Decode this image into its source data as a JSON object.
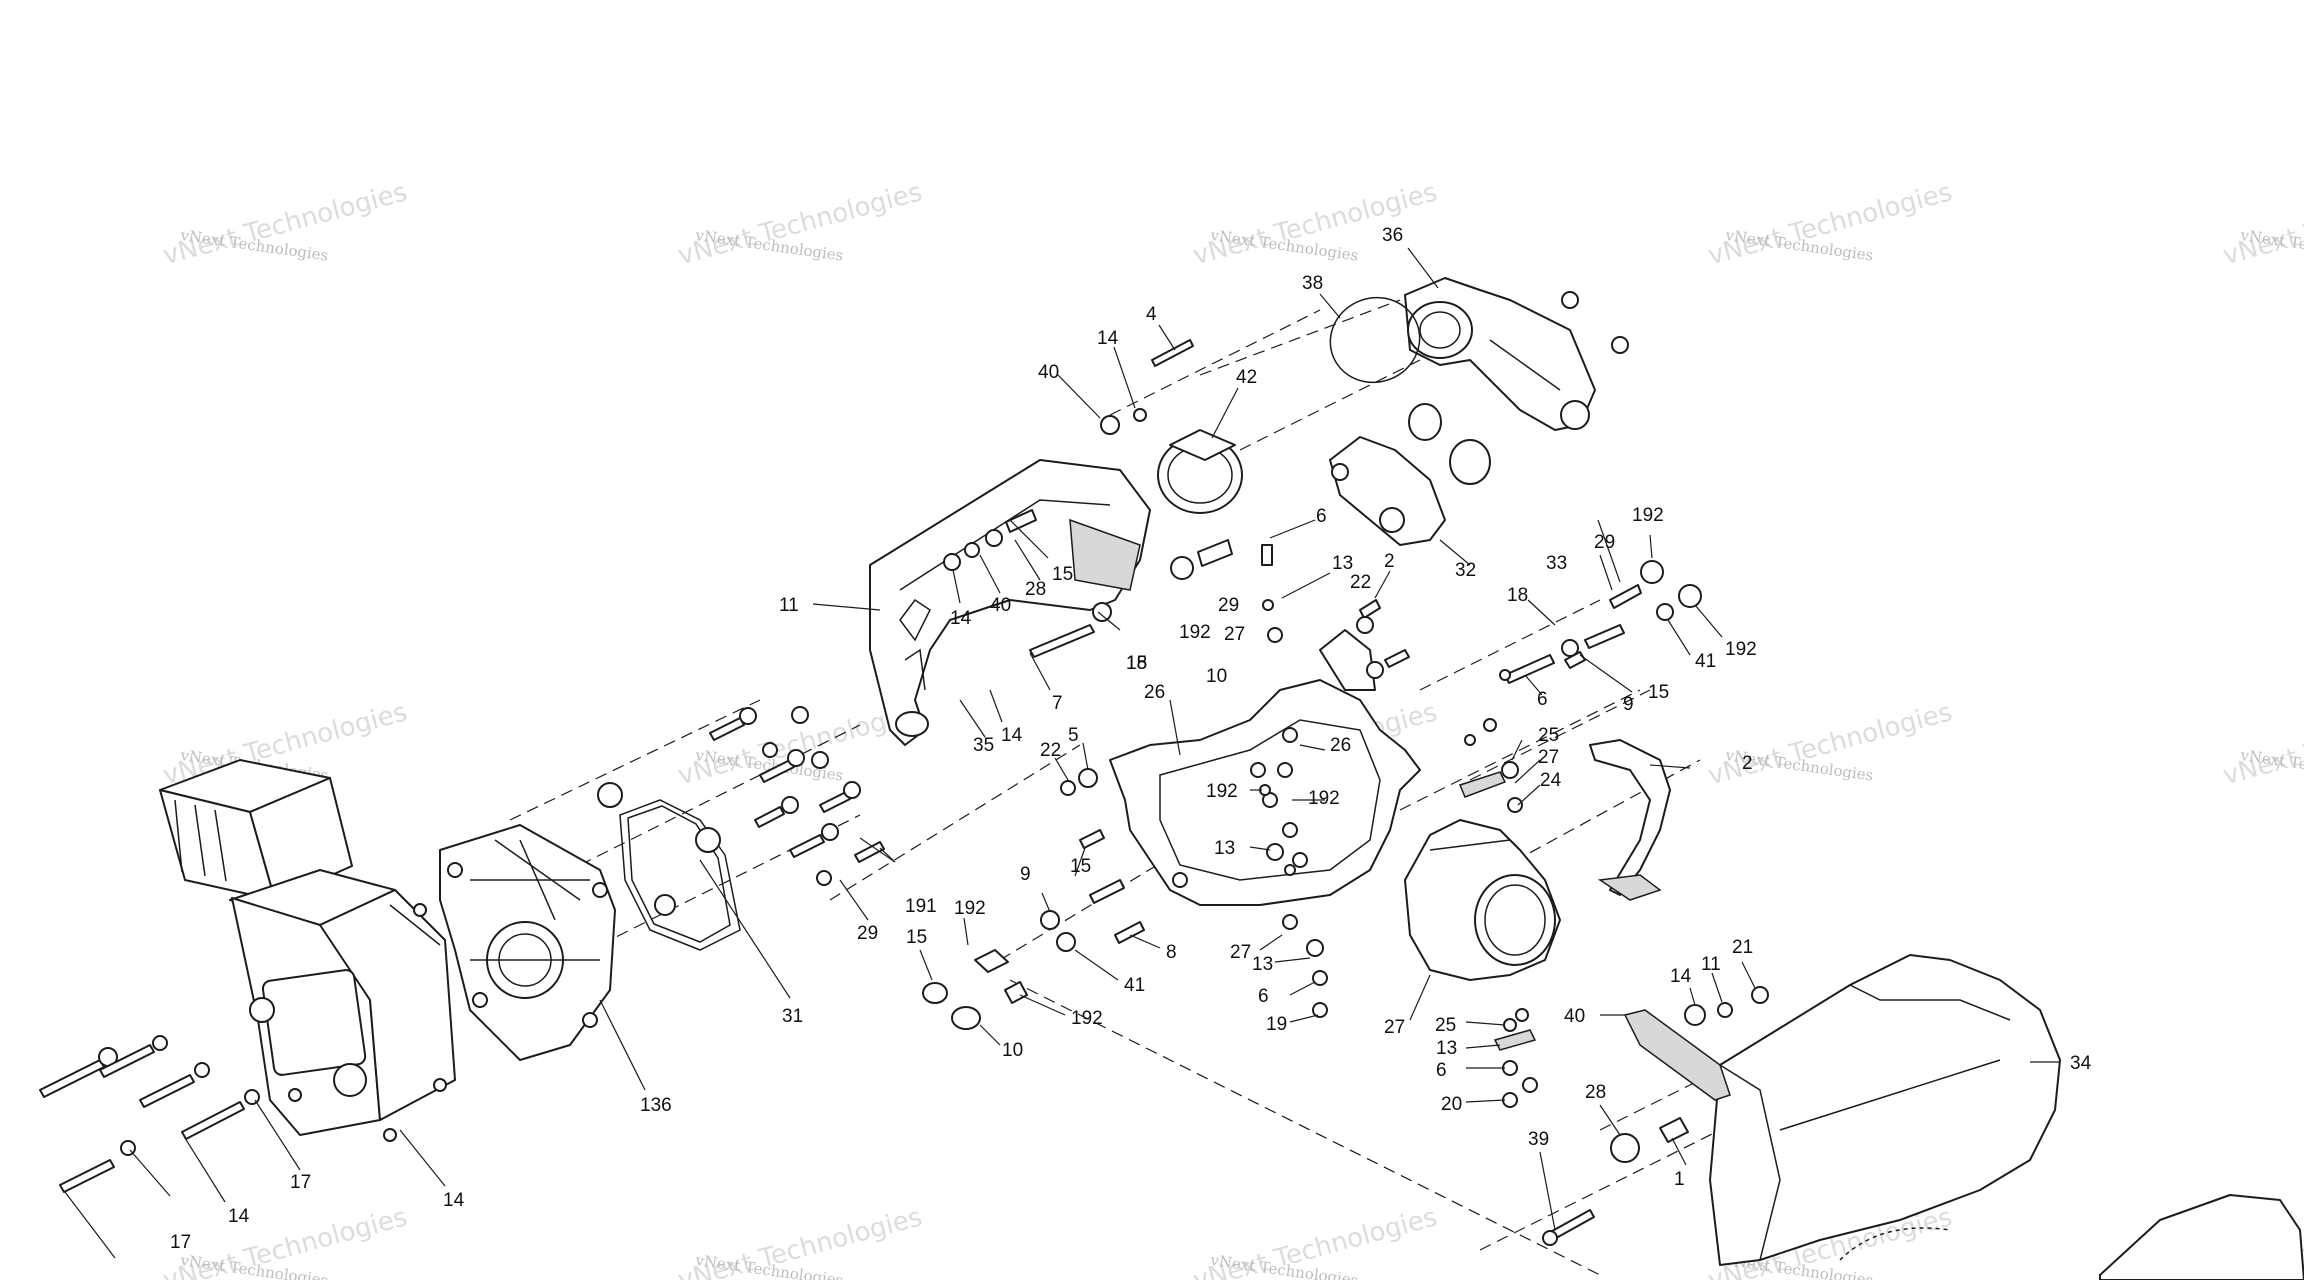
{
  "diagram": {
    "watermark": {
      "line1": "vNext Technologies",
      "line2": "vNext Technologies"
    },
    "parts": [
      {
        "id": "p36",
        "label": "36"
      },
      {
        "id": "p38",
        "label": "38"
      },
      {
        "id": "p4",
        "label": "4"
      },
      {
        "id": "p14a",
        "label": "14"
      },
      {
        "id": "p40a",
        "label": "40"
      },
      {
        "id": "p42",
        "label": "42"
      },
      {
        "id": "p6a",
        "label": "6"
      },
      {
        "id": "p13a",
        "label": "13"
      },
      {
        "id": "p2a",
        "label": "2"
      },
      {
        "id": "p22a",
        "label": "22"
      },
      {
        "id": "p27a",
        "label": "27"
      },
      {
        "id": "p10a",
        "label": "10"
      },
      {
        "id": "p32",
        "label": "32"
      },
      {
        "id": "p29a",
        "label": "29"
      },
      {
        "id": "p192a",
        "label": "192"
      },
      {
        "id": "p15a",
        "label": "15"
      },
      {
        "id": "p18a",
        "label": "18"
      },
      {
        "id": "p29b",
        "label": "29"
      },
      {
        "id": "p192b",
        "label": "192"
      },
      {
        "id": "p41a",
        "label": "41"
      },
      {
        "id": "p192c",
        "label": "192"
      },
      {
        "id": "p9a",
        "label": "9"
      },
      {
        "id": "p15b",
        "label": "15"
      },
      {
        "id": "p6b",
        "label": "6"
      },
      {
        "id": "p33",
        "label": "33"
      },
      {
        "id": "p11a",
        "label": "11"
      },
      {
        "id": "p14b",
        "label": "14"
      },
      {
        "id": "p40b",
        "label": "40"
      },
      {
        "id": "p28a",
        "label": "28"
      },
      {
        "id": "p15c",
        "label": "15"
      },
      {
        "id": "p18b",
        "label": "18"
      },
      {
        "id": "p7",
        "label": "7"
      },
      {
        "id": "p14c",
        "label": "14"
      },
      {
        "id": "p35",
        "label": "35"
      },
      {
        "id": "p26a",
        "label": "26"
      },
      {
        "id": "p26b",
        "label": "26"
      },
      {
        "id": "p192d",
        "label": "192"
      },
      {
        "id": "p192e",
        "label": "192"
      },
      {
        "id": "p13b",
        "label": "13"
      },
      {
        "id": "p25a",
        "label": "25"
      },
      {
        "id": "p27b",
        "label": "27"
      },
      {
        "id": "p24",
        "label": "24"
      },
      {
        "id": "p2b",
        "label": "2"
      },
      {
        "id": "p22b",
        "label": "22"
      },
      {
        "id": "p5",
        "label": "5"
      },
      {
        "id": "p15d",
        "label": "15"
      },
      {
        "id": "p9b",
        "label": "9"
      },
      {
        "id": "p8",
        "label": "8"
      },
      {
        "id": "p191",
        "label": "191"
      },
      {
        "id": "p29c",
        "label": "29"
      },
      {
        "id": "p192f",
        "label": "192"
      },
      {
        "id": "p15e",
        "label": "15"
      },
      {
        "id": "p41b",
        "label": "41"
      },
      {
        "id": "p192g",
        "label": "192"
      },
      {
        "id": "p10b",
        "label": "10"
      },
      {
        "id": "p27c",
        "label": "27"
      },
      {
        "id": "p13c",
        "label": "13"
      },
      {
        "id": "p6c",
        "label": "6"
      },
      {
        "id": "p19",
        "label": "19"
      },
      {
        "id": "p27d",
        "label": "27"
      },
      {
        "id": "p25b",
        "label": "25"
      },
      {
        "id": "p13d",
        "label": "13"
      },
      {
        "id": "p6d",
        "label": "6"
      },
      {
        "id": "p20",
        "label": "20"
      },
      {
        "id": "p40c",
        "label": "40"
      },
      {
        "id": "p14d",
        "label": "14"
      },
      {
        "id": "p11b",
        "label": "11"
      },
      {
        "id": "p21",
        "label": "21"
      },
      {
        "id": "p34",
        "label": "34"
      },
      {
        "id": "p28b",
        "label": "28"
      },
      {
        "id": "p1",
        "label": "1"
      },
      {
        "id": "p39",
        "label": "39"
      },
      {
        "id": "p31",
        "label": "31"
      },
      {
        "id": "p136",
        "label": "136"
      },
      {
        "id": "p14e",
        "label": "14"
      },
      {
        "id": "p17a",
        "label": "17"
      },
      {
        "id": "p14f",
        "label": "14"
      },
      {
        "id": "p17b",
        "label": "17"
      }
    ]
  }
}
